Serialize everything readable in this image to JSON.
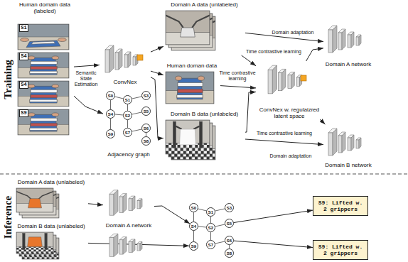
{
  "diagram": {
    "nodes": [
      {
        "text": [
          "Human domain data (labeled)"
        ]
      },
      {
        "text": [
          "S1"
        ],
        "in": 0
      },
      {
        "text": [
          "S4"
        ],
        "in": 0
      },
      {
        "text": [
          "S4"
        ],
        "in": 0
      },
      {
        "text": [
          "S9"
        ],
        "in": 0
      },
      {
        "text": [
          "ConvNex"
        ]
      },
      {
        "text": [
          "Adjacency graph"
        ]
      },
      {
        "text": [
          "S0"
        ],
        "in": 6
      },
      {
        "text": [
          "S1"
        ],
        "in": 6
      },
      {
        "text": [
          "S3"
        ],
        "in": 6
      },
      {
        "text": [
          "S4"
        ],
        "in": 6
      },
      {
        "text": [
          "S2"
        ],
        "in": 6
      },
      {
        "text": [
          "S5"
        ],
        "in": 6
      },
      {
        "text": [
          "S9"
        ],
        "in": 6
      },
      {
        "text": [
          "S7"
        ],
        "in": 6
      },
      {
        "text": [
          "S6"
        ],
        "in": 6
      },
      {
        "text": [
          "S8"
        ],
        "in": 6
      },
      {
        "text": [
          "Domain A data (unlabeled)"
        ]
      },
      {
        "text": [
          "Human doman data"
        ]
      },
      {
        "text": [
          "Domain B data (unlabeled)"
        ]
      },
      {
        "text": [
          "ConvNex w. regulaizred latent space"
        ]
      },
      {
        "text": [
          "Domain A network"
        ]
      },
      {
        "text": [
          "Domain B network"
        ]
      },
      {
        "text": [
          "Domain A data (unlabeled)"
        ]
      },
      {
        "text": [
          "Domain B data (unlabeled)"
        ]
      },
      {
        "text": [
          "Domain A network"
        ]
      },
      {
        "text": [
          "S0"
        ]
      },
      {
        "text": [
          "S1"
        ]
      },
      {
        "text": [
          "S3"
        ]
      },
      {
        "text": [
          "S4"
        ]
      },
      {
        "text": [
          "S2"
        ]
      },
      {
        "text": [
          "S5"
        ]
      },
      {
        "text": [
          "S9"
        ]
      },
      {
        "text": [
          "S7"
        ]
      },
      {
        "text": [
          "S6"
        ]
      },
      {
        "text": [
          "S8"
        ]
      },
      {
        "text": [
          "S9: Lifted w. 2 grippers"
        ]
      },
      {
        "text": [
          "S9: Lifted w. 2 grippers"
        ]
      }
    ],
    "edges": [
      {
        "from": 0,
        "to": 5,
        "arrow": "to",
        "label": "Semantic State Estimation"
      },
      {
        "from": 0,
        "to": 6,
        "arrow": "to"
      },
      {
        "from": 5,
        "to": 17,
        "arrow": "to"
      },
      {
        "from": 5,
        "to": 18,
        "arrow": "to"
      },
      {
        "from": 5,
        "to": 19,
        "arrow": "to"
      },
      {
        "from": 17,
        "to": 20,
        "arrow": "to",
        "label": "Time contrastive learning"
      },
      {
        "from": 18,
        "to": 20,
        "arrow": "to",
        "label": "Time contrastive learning"
      },
      {
        "from": 19,
        "to": 20,
        "arrow": "to",
        "label": "Time contrastive learning"
      },
      {
        "from": 17,
        "to": 21,
        "arrow": "to",
        "label": "Domain adaptation"
      },
      {
        "from": 19,
        "to": 22,
        "arrow": "to",
        "label": "Domain adaptation"
      },
      {
        "from": 20,
        "to": 21,
        "arrow": "to"
      },
      {
        "from": 20,
        "to": 22,
        "arrow": "to"
      },
      {
        "from": 23,
        "to": 25,
        "arrow": "to"
      },
      {
        "from": 25,
        "to": 29,
        "arrow": "to"
      },
      {
        "from": 24,
        "to": 32,
        "arrow": "to"
      },
      {
        "from": 31,
        "to": 36,
        "arrow": "to"
      },
      {
        "from": 34,
        "to": 37,
        "arrow": "to"
      },
      {
        "from": 7,
        "to": 10,
        "arrow": "none"
      },
      {
        "from": 10,
        "to": 13,
        "arrow": "none"
      },
      {
        "from": 7,
        "to": 8,
        "arrow": "none"
      },
      {
        "from": 8,
        "to": 9,
        "arrow": "none"
      },
      {
        "from": 8,
        "to": 11,
        "arrow": "none"
      },
      {
        "from": 10,
        "to": 11,
        "arrow": "none"
      },
      {
        "from": 11,
        "to": 12,
        "arrow": "none"
      },
      {
        "from": 11,
        "to": 14,
        "arrow": "none"
      },
      {
        "from": 14,
        "to": 15,
        "arrow": "none"
      },
      {
        "from": 15,
        "to": 16,
        "arrow": "none"
      },
      {
        "from": 26,
        "to": 29,
        "arrow": "none"
      },
      {
        "from": 29,
        "to": 32,
        "arrow": "none"
      },
      {
        "from": 26,
        "to": 27,
        "arrow": "none"
      },
      {
        "from": 27,
        "to": 28,
        "arrow": "none"
      },
      {
        "from": 27,
        "to": 30,
        "arrow": "none"
      },
      {
        "from": 29,
        "to": 30,
        "arrow": "none"
      },
      {
        "from": 30,
        "to": 31,
        "arrow": "none"
      },
      {
        "from": 30,
        "to": 33,
        "arrow": "none"
      },
      {
        "from": 33,
        "to": 34,
        "arrow": "none"
      },
      {
        "from": 34,
        "to": 35,
        "arrow": "none"
      }
    ],
    "labels": [
      "Training",
      "Inference"
    ]
  }
}
